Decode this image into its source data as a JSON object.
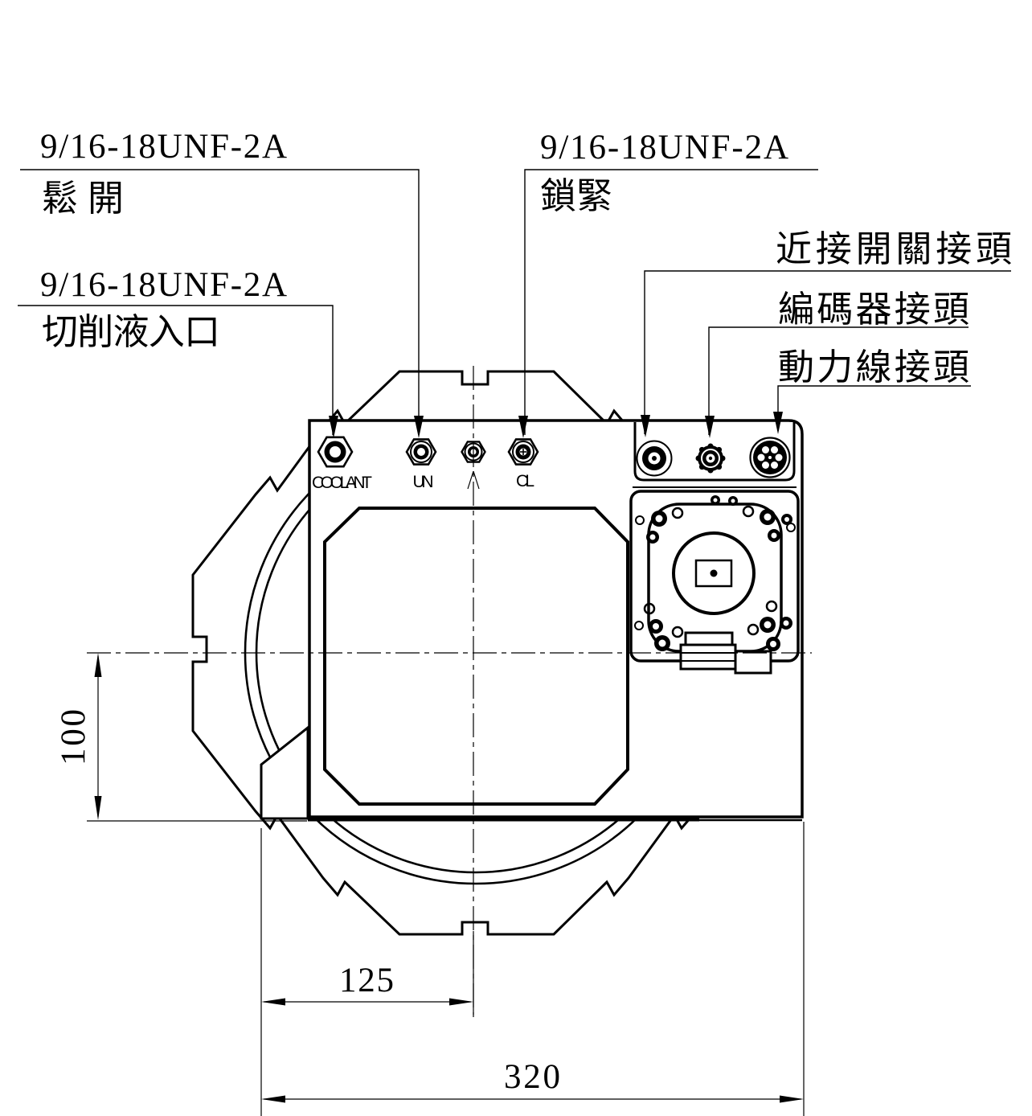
{
  "drawing": {
    "callouts": {
      "release": {
        "thread": "9/16-18UNF-2A",
        "label": "鬆開"
      },
      "coolant": {
        "thread": "9/16-18UNF-2A",
        "label": "切削液入口"
      },
      "lock": {
        "thread": "9/16-18UNF-2A",
        "label": "鎖緊"
      },
      "proximity": {
        "label": "近接開關接頭"
      },
      "encoder": {
        "label": "編碼器接頭"
      },
      "power": {
        "label": "動力線接頭"
      }
    },
    "ports": {
      "coolant": "COOLANT",
      "unclamp": "UN",
      "clamp": "CL"
    },
    "dimensions": {
      "center_to_base": "100",
      "left_to_center": "125",
      "overall_width": "320"
    },
    "colors": {
      "line": "#000000",
      "background": "#ffffff"
    }
  }
}
